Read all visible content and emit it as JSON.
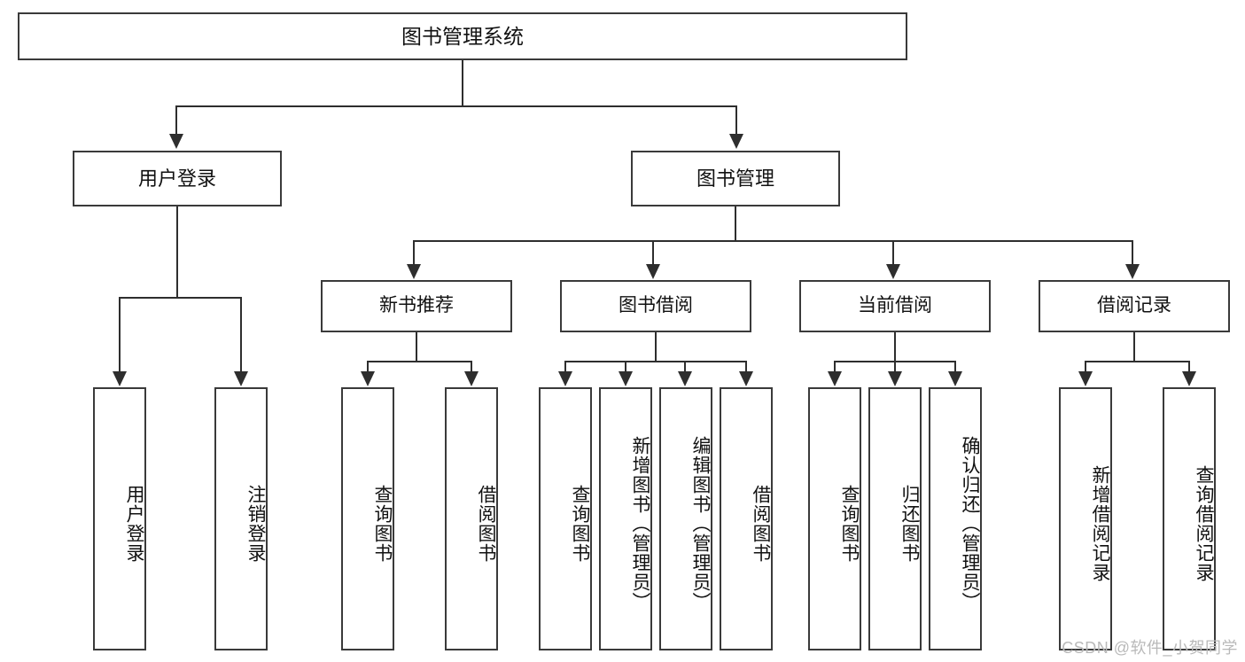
{
  "diagram": {
    "type": "tree-hierarchy-chart",
    "title": "图书管理系统",
    "watermark": "CSDN @软件_小贺同学",
    "colors": {
      "box_border": "#3a3a3a",
      "connector": "#2e2e2e",
      "background": "#ffffff",
      "text": "#111111",
      "watermark": "#b9b9b9"
    },
    "root": {
      "label": "图书管理系统"
    },
    "level2": [
      {
        "label": "用户登录"
      },
      {
        "label": "图书管理"
      }
    ],
    "level3": [
      {
        "label": "新书推荐"
      },
      {
        "label": "图书借阅"
      },
      {
        "label": "当前借阅"
      },
      {
        "label": "借阅记录"
      }
    ],
    "leaves": {
      "user_login": [
        {
          "label": "用户登录"
        },
        {
          "label": "注销登录"
        }
      ],
      "new_book": [
        {
          "label": "查询图书"
        },
        {
          "label": "借阅图书"
        }
      ],
      "book_borrow": [
        {
          "label": "查询图书"
        },
        {
          "label": "新增图书（管理员）"
        },
        {
          "label": "编辑图书（管理员）"
        },
        {
          "label": "借阅图书"
        }
      ],
      "current_borrow": [
        {
          "label": "查询图书"
        },
        {
          "label": "归还图书"
        },
        {
          "label": "确认归还（管理员）"
        }
      ],
      "borrow_record": [
        {
          "label": "新增借阅记录"
        },
        {
          "label": "查询借阅记录"
        }
      ]
    }
  }
}
